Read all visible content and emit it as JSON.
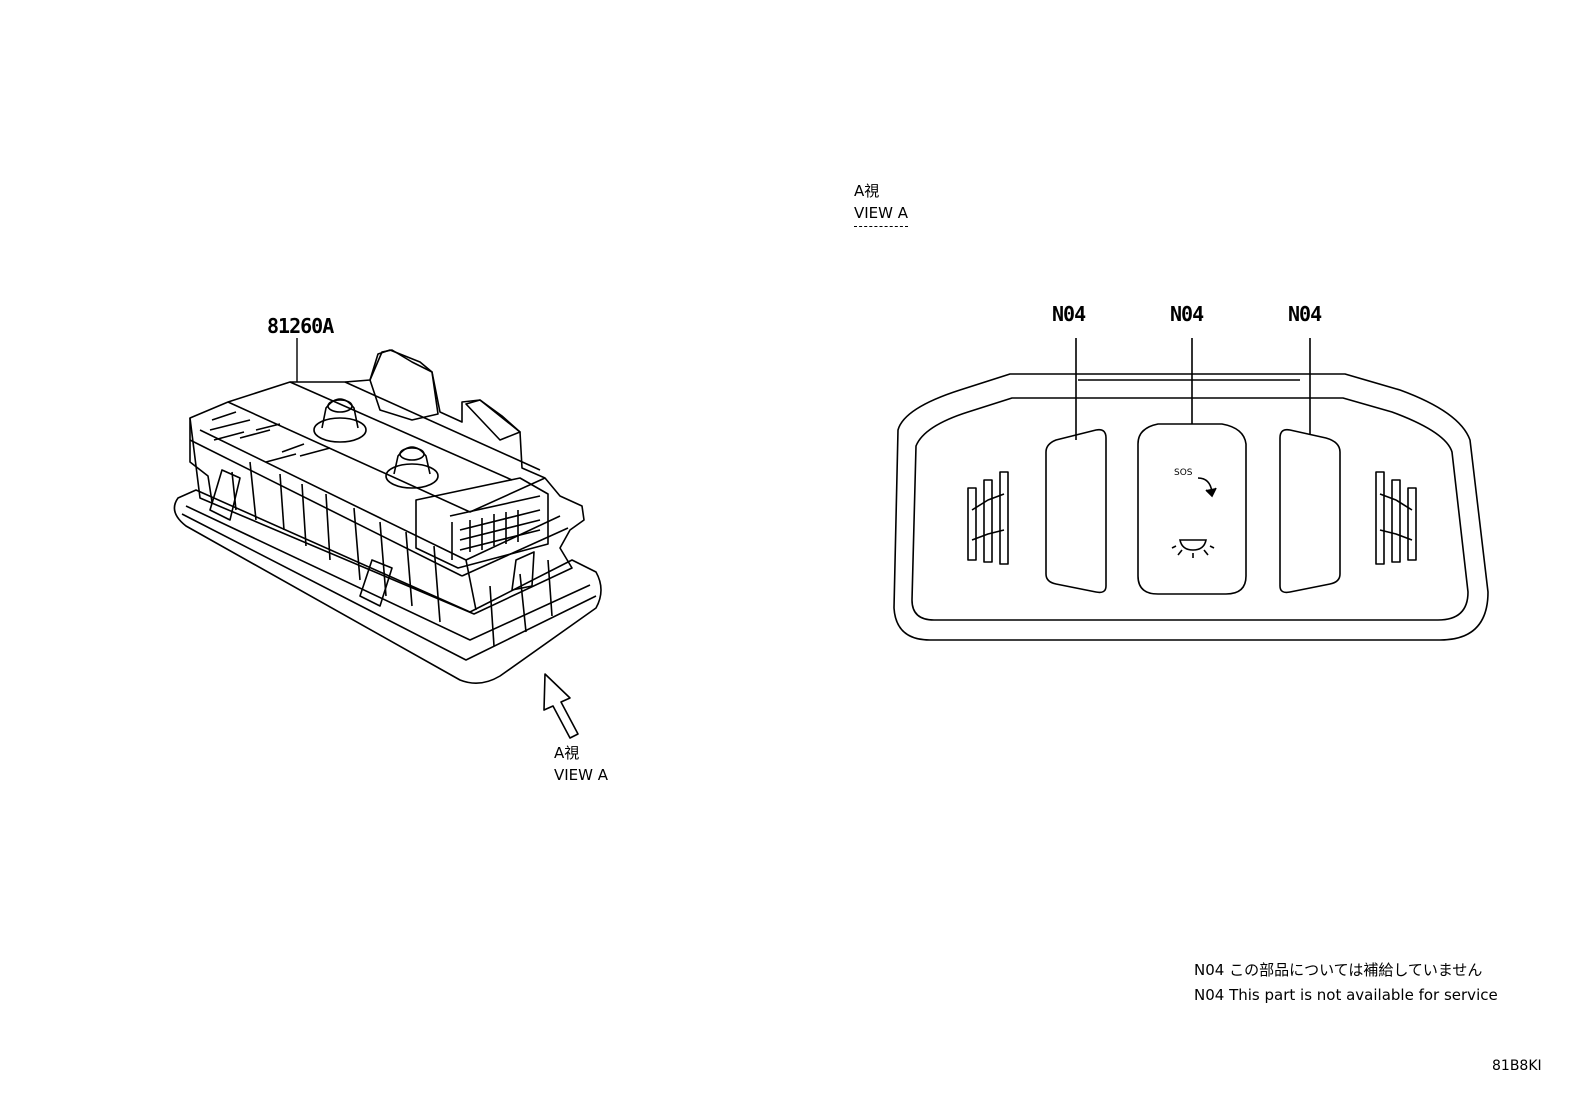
{
  "diagram": {
    "part_number": "81260A",
    "view_ref_line1": "A視",
    "view_ref_line2": "VIEW A",
    "view_title_line1": "A視",
    "view_title_line2": "VIEW A",
    "callouts": [
      "N04",
      "N04",
      "N04"
    ],
    "center_switch": {
      "upper_label": "SOS"
    },
    "notes": [
      "N04 この部品については補給していません",
      "N04 This part is not available for service"
    ],
    "illustration_code": "81B8KI"
  }
}
